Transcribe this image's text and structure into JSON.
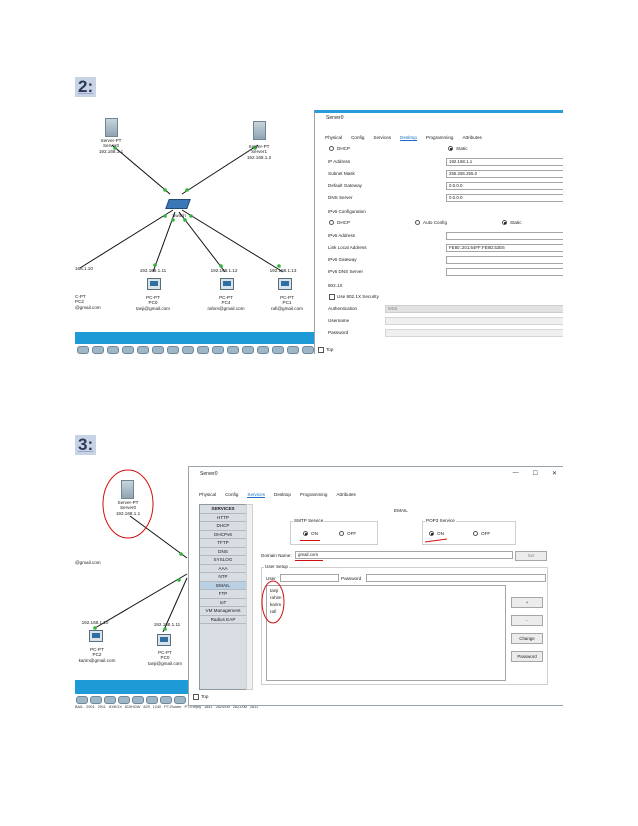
{
  "step2": {
    "label": "2:",
    "topology": {
      "server0": {
        "line1": "Server-PT",
        "line2": "Server0",
        "ip": "192.168.1.1"
      },
      "server1": {
        "line1": "Server-PT",
        "line2": "Server1",
        "ip": "192.168.1.2"
      },
      "switch": {
        "label": "Switch"
      },
      "pc_left": {
        "ip": "168.1.10",
        "line1": "C-PT",
        "line2": "PC2",
        "email": "@gmail.com"
      },
      "pc0": {
        "ip": "192.168.1.11",
        "line1": "PC-PT",
        "line2": "PC0",
        "email": "tanji@gmail.com"
      },
      "pc4": {
        "ip": "192.168.1.12",
        "line1": "PC-PT",
        "line2": "PC4",
        "email": "rahim@gmail.com"
      },
      "pc1": {
        "ip": "192.168.1.13",
        "line1": "PC-PT",
        "line2": "PC1",
        "email": "rafi@gmail.com"
      }
    },
    "dialog": {
      "title": "Server0",
      "tabs": [
        "Physical",
        "Config",
        "Services",
        "Desktop",
        "Programming",
        "Attributes"
      ],
      "active_tab": "Desktop",
      "dhcp": "DHCP",
      "static": "Static",
      "ip_label": "IP Address",
      "ip_value": "192.168.1.1",
      "mask_label": "Subnet Mask",
      "mask_value": "255.255.255.0",
      "gw_label": "Default Gateway",
      "gw_value": "0.0.0.0",
      "dns_label": "DNS Server",
      "dns_value": "0.0.0.0",
      "ipv6_config": "IPv6 Configuration",
      "v6_dhcp": "DHCP",
      "v6_auto": "Auto Config",
      "v6_static": "Static",
      "ipv6_addr": "IPv6 Address",
      "link_local": "Link Local Address",
      "link_local_value": "FE80::201:64FF:FE9D:52E6",
      "ipv6_gw": "IPv6 Gateway",
      "ipv6_dns": "IPv6 DNS Server",
      "dot1x": "802.1X",
      "use_dot1x": "Use 802.1X Security",
      "auth_label": "Authentication",
      "auth_value": "MD5",
      "user_label": "Username",
      "pass_label": "Password",
      "top": "Top"
    }
  },
  "step3": {
    "label": "3:",
    "topology": {
      "server0": {
        "line1": "Server-PT",
        "line2": "Server0",
        "ip": "192.168.1.1"
      },
      "pc2": {
        "ip": "192.168.1.10",
        "line1": "PC-PT",
        "line2": "PC2",
        "email": "karim@gmail.com"
      },
      "pc0": {
        "ip": "192.168.1.11",
        "line1": "PC-PT",
        "line2": "PC0",
        "email": "tanji@gmail.com"
      },
      "left_email": "@gmail.com"
    },
    "dialog": {
      "title": "Server0",
      "tabs": [
        "Physical",
        "Config",
        "Services",
        "Desktop",
        "Programming",
        "Attributes"
      ],
      "active_tab": "Services",
      "services_header": "SERVICES",
      "services": [
        "HTTP",
        "DHCP",
        "DHCPv6",
        "TFTP",
        "DNS",
        "SYSLOG",
        "AAA",
        "NTP",
        "EMAIL",
        "FTP",
        "IoT",
        "VM Management",
        "Radius EAP"
      ],
      "selected_service": "EMAIL",
      "panel_title": "EMAIL",
      "smtp_title": "SMTP Service",
      "pop3_title": "POP3 Service",
      "on": "ON",
      "off": "OFF",
      "domain_label": "Domain Name:",
      "domain_value": "gmail.com",
      "set_btn": "Set",
      "user_setup": "User Setup",
      "user_label": "User",
      "password_label": "Password",
      "users": [
        "tanji",
        "rahim",
        "karim",
        "rafi"
      ],
      "plus_btn": "+",
      "minus_btn": "-",
      "change_btn": "Change",
      "password_btn": "Password",
      "top": "Top"
    },
    "toolbar_labels": [
      "BAIL",
      "2901",
      "2911",
      "819IOX",
      "819HGW",
      "829",
      "1240",
      "PT-Router",
      "PT-Empty",
      "1841",
      "2620XM",
      "2621XM",
      "2811"
    ]
  }
}
